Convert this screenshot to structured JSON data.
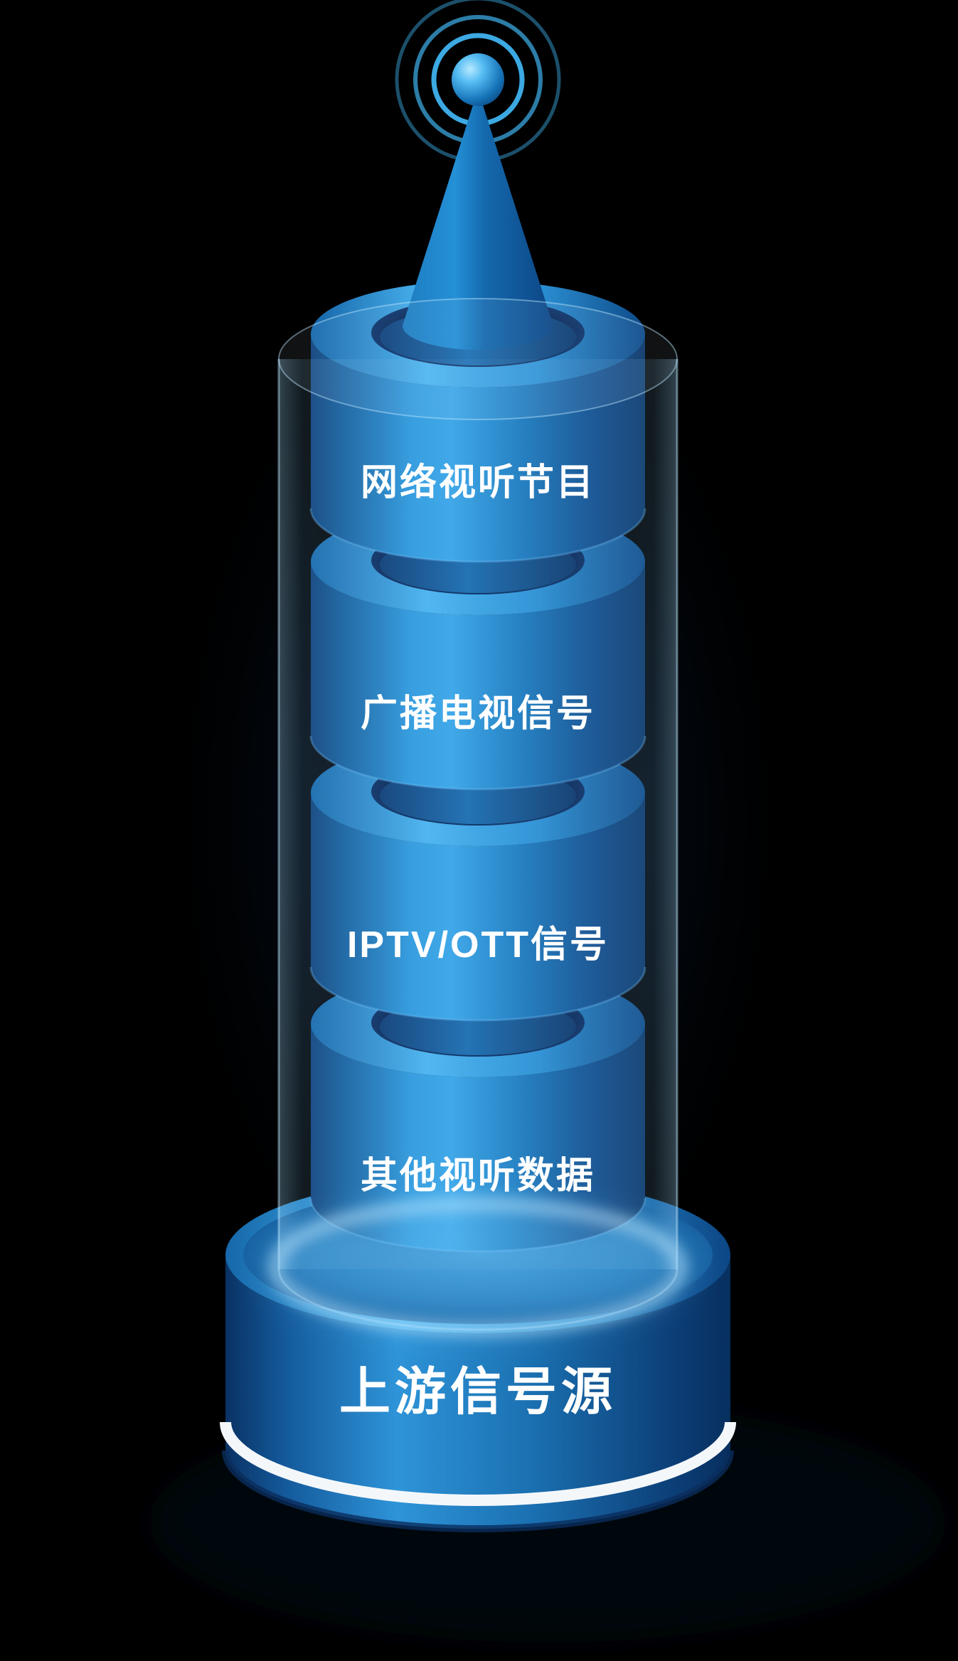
{
  "diagram": {
    "background_color": "#000000",
    "accent_color": "#2e9ae2",
    "glow_color": "#aee2ff",
    "antenna": {
      "icon": "broadcast-antenna-icon"
    },
    "segments": [
      {
        "label": "网络视听节目"
      },
      {
        "label": "广播电视信号"
      },
      {
        "label": "IPTV/OTT信号"
      },
      {
        "label": "其他视听数据"
      }
    ],
    "base": {
      "label": "上游信号源",
      "stripe_color": "#f4f7fa"
    }
  }
}
